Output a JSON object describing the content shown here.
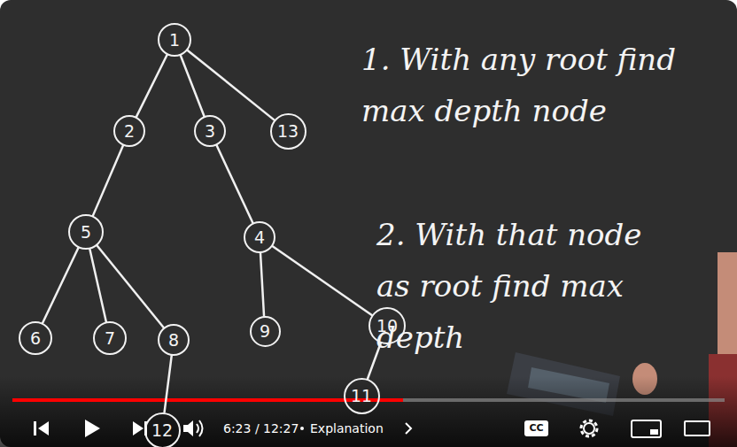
{
  "diagram": {
    "nodes": [
      {
        "text": [
          "1"
        ]
      },
      {
        "text": [
          "2"
        ]
      },
      {
        "text": [
          "3"
        ]
      },
      {
        "text": [
          "13"
        ]
      },
      {
        "text": [
          "5"
        ]
      },
      {
        "text": [
          "4"
        ]
      },
      {
        "text": [
          "6"
        ]
      },
      {
        "text": [
          "7"
        ]
      },
      {
        "text": [
          "8"
        ]
      },
      {
        "text": [
          "9"
        ]
      },
      {
        "text": [
          "10"
        ]
      },
      {
        "text": [
          "11"
        ]
      },
      {
        "text": [
          "12"
        ]
      }
    ],
    "edges": [
      {
        "from": 0,
        "to": 1,
        "arrow": "none"
      },
      {
        "from": 0,
        "to": 2,
        "arrow": "none"
      },
      {
        "from": 0,
        "to": 3,
        "arrow": "none"
      },
      {
        "from": 1,
        "to": 4,
        "arrow": "none"
      },
      {
        "from": 2,
        "to": 5,
        "arrow": "none"
      },
      {
        "from": 4,
        "to": 6,
        "arrow": "none"
      },
      {
        "from": 4,
        "to": 7,
        "arrow": "none"
      },
      {
        "from": 4,
        "to": 8,
        "arrow": "none"
      },
      {
        "from": 5,
        "to": 9,
        "arrow": "none"
      },
      {
        "from": 5,
        "to": 10,
        "arrow": "none"
      },
      {
        "from": 10,
        "to": 11,
        "arrow": "none"
      },
      {
        "from": 8,
        "to": 12,
        "arrow": "none"
      }
    ],
    "labels": [
      "1. With any root find max depth node",
      "2. With that node as root find max depth",
      "6:23 / 12:27",
      "Explanation",
      "CC"
    ]
  }
}
